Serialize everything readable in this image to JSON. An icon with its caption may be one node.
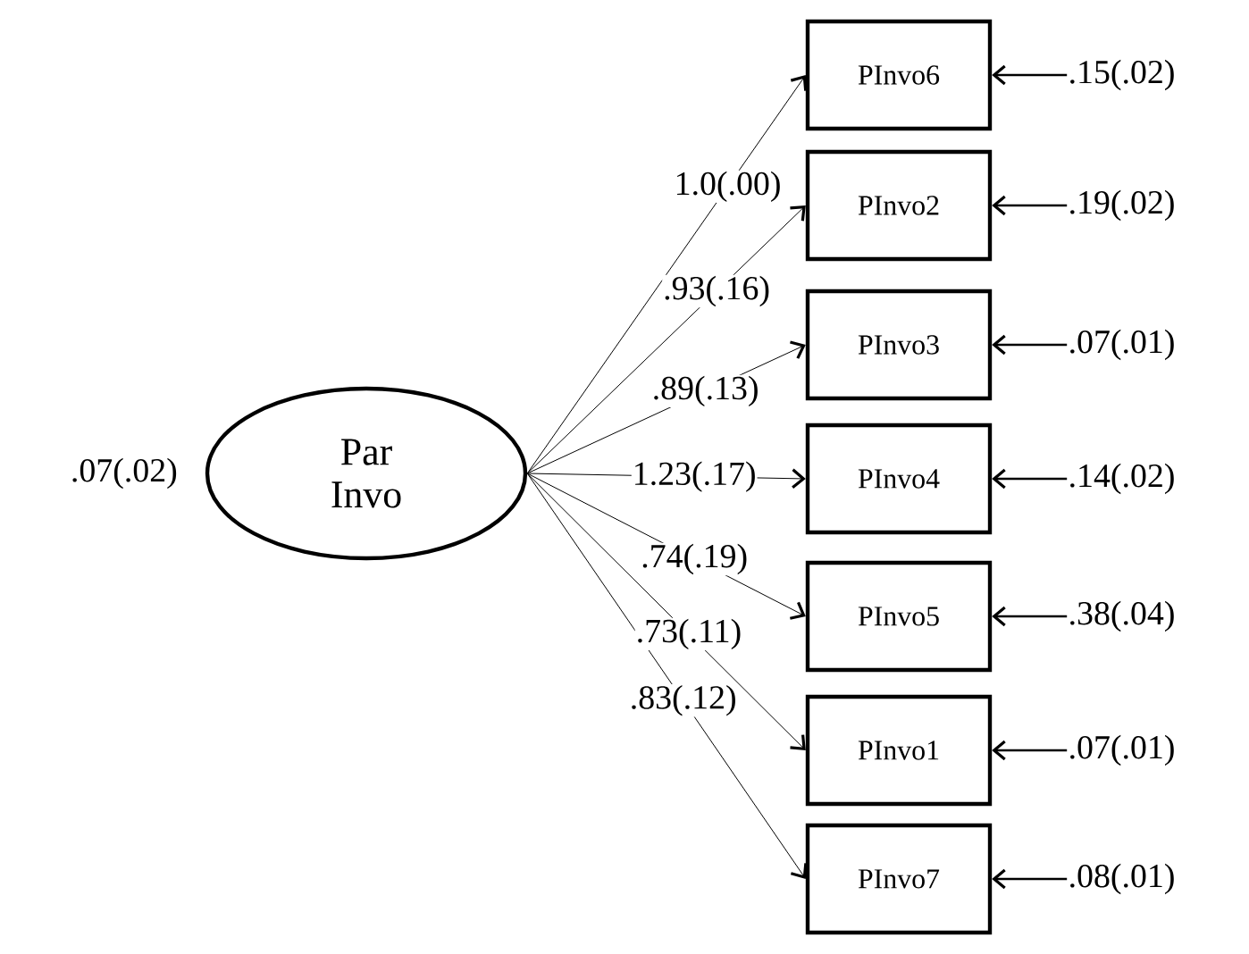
{
  "diagram": {
    "nodes": [
      {
        "text": [
          "Par Invo"
        ],
        "beside": [
          ".07(.02)"
        ]
      },
      {
        "text": [
          "PInvo6"
        ]
      },
      {
        "text": [
          "PInvo2"
        ]
      },
      {
        "text": [
          "PInvo3"
        ]
      },
      {
        "text": [
          "PInvo4"
        ]
      },
      {
        "text": [
          "PInvo5"
        ]
      },
      {
        "text": [
          "PInvo1"
        ]
      },
      {
        "text": [
          "PInvo7"
        ]
      }
    ],
    "edges": [
      {
        "from": 0,
        "to": 1,
        "arrow": "to",
        "label": "1.0(.00)"
      },
      {
        "from": 0,
        "to": 2,
        "arrow": "to",
        "label": ".93(.16)"
      },
      {
        "from": 0,
        "to": 3,
        "arrow": "to",
        "label": ".89(.13)"
      },
      {
        "from": 0,
        "to": 4,
        "arrow": "to",
        "label": "1.23(.17)"
      },
      {
        "from": 0,
        "to": 5,
        "arrow": "to",
        "label": ".74(.19)"
      },
      {
        "from": 0,
        "to": 6,
        "arrow": "to",
        "label": ".73(.11)"
      },
      {
        "from": 0,
        "to": 7,
        "arrow": "to",
        "label": ".83(.12)"
      },
      {
        "from": null,
        "to": 1,
        "arrow": "to",
        "label": ".15(.02)"
      },
      {
        "from": null,
        "to": 2,
        "arrow": "to",
        "label": ".19(.02)"
      },
      {
        "from": null,
        "to": 3,
        "arrow": "to",
        "label": ".07(.01)"
      },
      {
        "from": null,
        "to": 4,
        "arrow": "to",
        "label": ".14(.02)"
      },
      {
        "from": null,
        "to": 5,
        "arrow": "to",
        "label": ".38(.04)"
      },
      {
        "from": null,
        "to": 6,
        "arrow": "to",
        "label": ".07(.01)"
      },
      {
        "from": null,
        "to": 7,
        "arrow": "to",
        "label": ".08(.01)"
      }
    ]
  }
}
